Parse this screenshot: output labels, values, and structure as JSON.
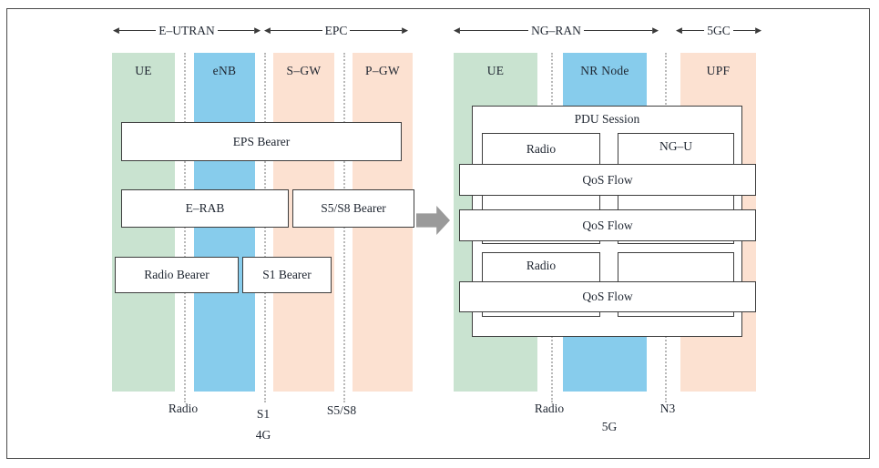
{
  "diagram_4g": {
    "span_eutran": "E–UTRAN",
    "span_epc": "EPC",
    "col_ue": "UE",
    "col_enb": "eNB",
    "col_sgw": "S–GW",
    "col_pgw": "P–GW",
    "box_eps_bearer": "EPS Bearer",
    "box_erab": "E–RAB",
    "box_s5s8_bearer": "S5/S8 Bearer",
    "box_radio_bearer": "Radio Bearer",
    "box_s1_bearer": "S1 Bearer",
    "if_radio": "Radio",
    "if_s1": "S1",
    "if_s5s8": "S5/S8",
    "caption": "4G"
  },
  "diagram_5g": {
    "span_ngran": "NG–RAN",
    "span_5gc": "5GC",
    "col_ue": "UE",
    "col_nr_node": "NR Node",
    "col_upf": "UPF",
    "pdu_session": "PDU Session",
    "radio_bearer_1": "Radio",
    "ngu_tunnel": "NG–U",
    "radio_bearer_2": "Radio",
    "qos_flow_1": "QoS Flow",
    "qos_flow_2": "QoS Flow",
    "qos_flow_3": "QoS Flow",
    "if_radio": "Radio",
    "if_n3": "N3",
    "caption": "5G"
  },
  "icons": {
    "left_arrowhead": "◀",
    "right_arrowhead": "▶",
    "transition_arrow": "right-arrow"
  },
  "colors": {
    "ue_green": "#c9e3d0",
    "node_blue": "#87ccec",
    "core_peach": "#fce1d1",
    "box_border": "#3d3d3d",
    "frame_border": "#4a4a4a",
    "transition_arrow_gray": "#9a9a9a",
    "dotted_line": "#b9b9b9",
    "text": "#1e2530"
  }
}
